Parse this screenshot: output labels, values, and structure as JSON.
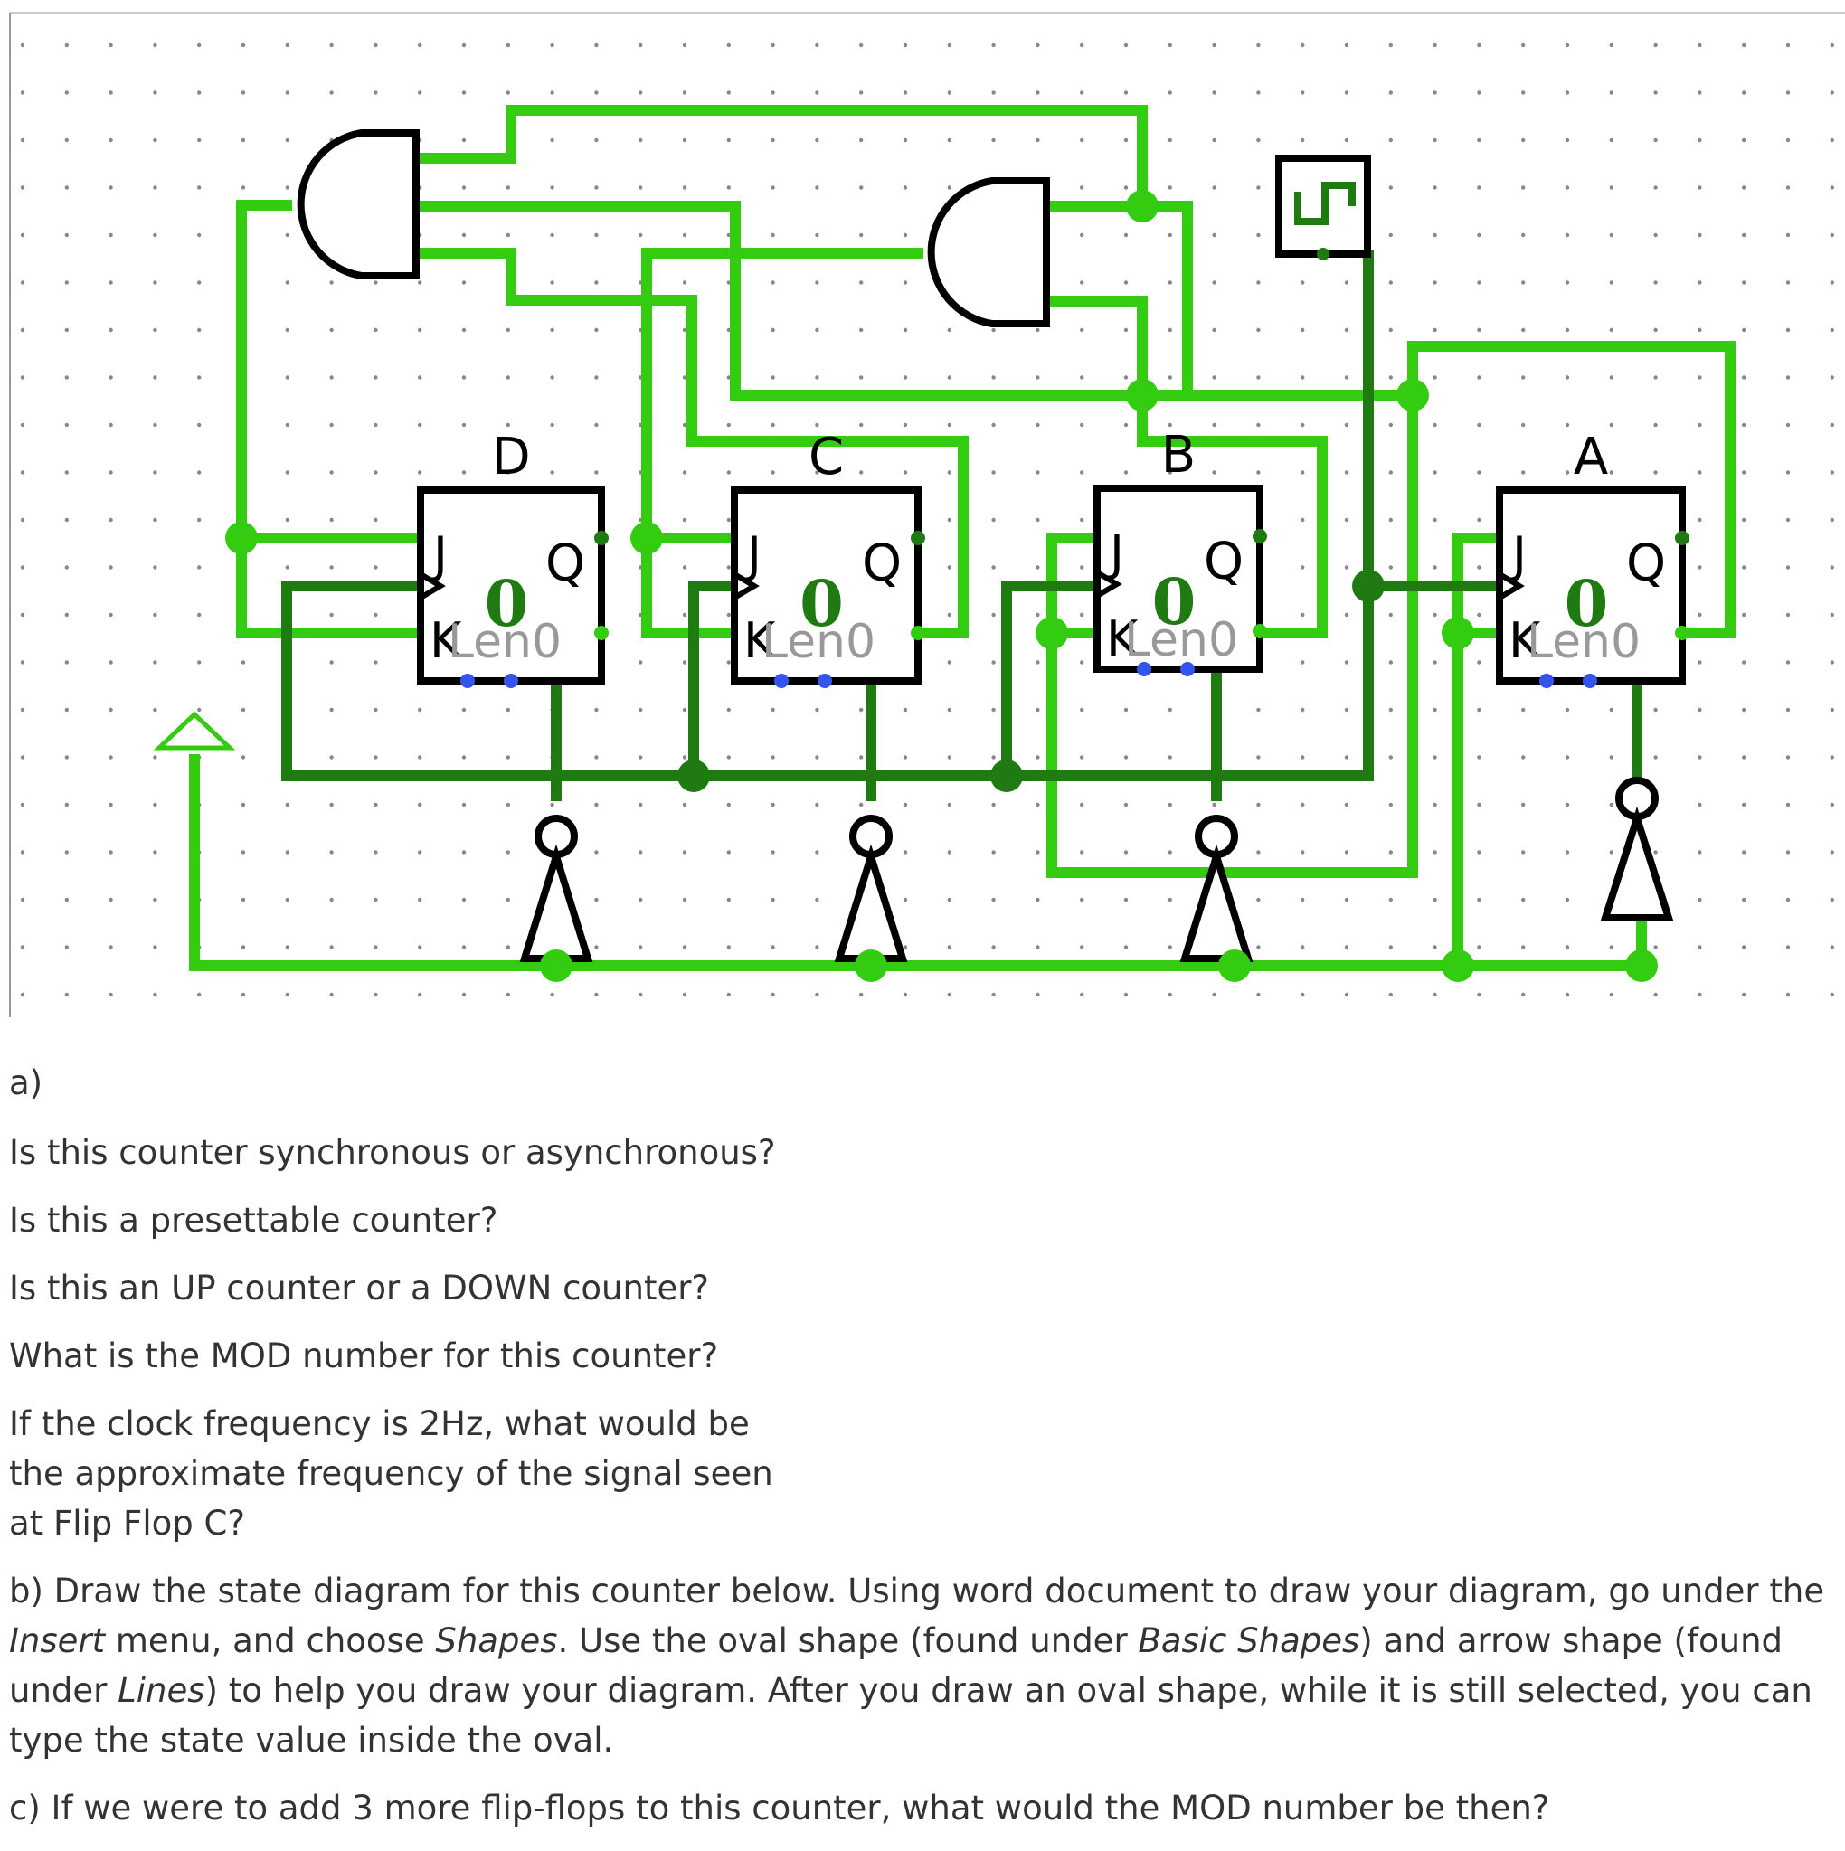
{
  "circuit": {
    "flip_flops": [
      {
        "name": "D",
        "j_label": "J",
        "k_label": "K",
        "q_label": "Q",
        "state": "0",
        "ghost_label": "Len0"
      },
      {
        "name": "C",
        "j_label": "J",
        "k_label": "K",
        "q_label": "Q",
        "state": "0",
        "ghost_label": "Len0"
      },
      {
        "name": "B",
        "j_label": "J",
        "k_label": "K",
        "q_label": "Q",
        "state": "0",
        "ghost_label": "Len0"
      },
      {
        "name": "A",
        "j_label": "J",
        "k_label": "K",
        "q_label": "Q",
        "state": "0",
        "ghost_label": "Len0"
      }
    ],
    "gates": [
      "AND",
      "AND",
      "NOT",
      "NOT",
      "NOT",
      "NOT"
    ],
    "clock_icon": "square-wave-clock-icon",
    "power_icon": "power-source-triangle-icon",
    "colors": {
      "wire_high": "#33cc11",
      "wire_low": "#1f7a12",
      "pin_unconnected": "#3355ee",
      "grid_dot": "#888888"
    }
  },
  "questions": {
    "part_a_label": "a)",
    "a1": "Is this counter synchronous or asynchronous?",
    "a2": "Is this a presettable counter?",
    "a3": "Is this an UP counter or a DOWN counter?",
    "a4": "What is the MOD number for this counter?",
    "a5_line1": "If the clock frequency is 2Hz, what would be",
    "a5_line2": "the approximate frequency of the signal seen",
    "a5_line3": "at Flip Flop C?",
    "b_part1": "b) Draw the state diagram for this counter below. Using word document to draw your diagram, go under the ",
    "b_insert": "Insert",
    "b_part2": " menu, and choose ",
    "b_shapes": "Shapes",
    "b_part3": ". Use the oval shape (found under ",
    "b_basic_shapes": "Basic Shapes",
    "b_part4": ") and arrow shape (found under ",
    "b_lines": "Lines",
    "b_part5": ") to help you draw your diagram. After you draw an oval shape, while it is still selected, you can type the state value inside the oval.",
    "c": "c) If we were to add 3 more flip-flops to this counter, what would the MOD number be then?"
  }
}
